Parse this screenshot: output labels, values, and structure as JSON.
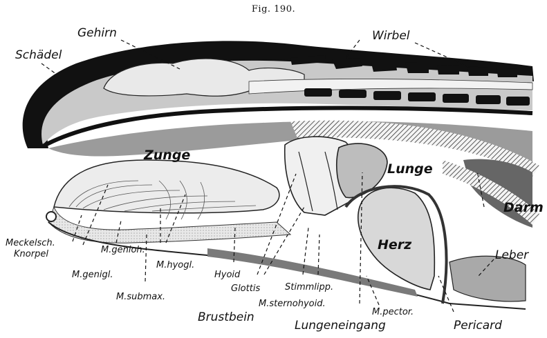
{
  "figure_number": "Fig. 190.",
  "labels": {
    "gehirn": "Gehirn",
    "schaedel": "Schädel",
    "wirbel": "Wirbel",
    "zunge": "Zunge",
    "lunge": "Lunge",
    "darm": "Darm",
    "herz": "Herz",
    "leber": "Leber",
    "meckelsch": "Meckelsch.",
    "knorpel": "Knorpel",
    "m_genioh": "M.genioh.",
    "m_genigl": "M.genigl.",
    "m_hyogl": "M.hyogl.",
    "m_submax": "M.submax.",
    "hyoid": "Hyoid",
    "glottis": "Glottis",
    "stimmlipp": "Stimmlipp.",
    "m_sternohyoid": "M.sternohyoid.",
    "m_pector": "M.pector.",
    "brustbein": "Brustbein",
    "lungeneingang": "Lungeneingang",
    "pericard": "Pericard"
  }
}
